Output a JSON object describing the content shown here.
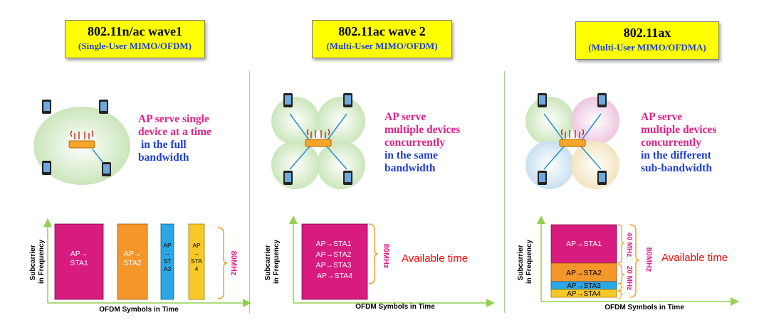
{
  "panels": [
    {
      "title": "802.11n/ac wave1",
      "subtitle": "(Single-User MIMO/OFDM)",
      "desc_lines": [
        "AP serve single",
        "device at a time"
      ],
      "desc_blue_lines": [
        "in the full",
        "bandwidth"
      ],
      "ylabel_lines": [
        "Subcarrier",
        "in Frequency"
      ],
      "xlabel": "OFDM Symbols in Time",
      "bar_labels": [
        [
          "AP→",
          "STA1"
        ],
        [
          "AP→",
          "STA2"
        ],
        [
          "AP",
          "→",
          "ST",
          "A3"
        ],
        [
          "AP",
          "→",
          "STA",
          "4"
        ]
      ],
      "bandwidth_label": "80MHz"
    },
    {
      "title": "802.11ac wave 2",
      "subtitle": "(Multi-User MIMO/OFDM)",
      "desc_lines": [
        "AP serve",
        "multiple devices",
        "concurrently"
      ],
      "desc_blue_lines": [
        "in the same",
        "bandwidth"
      ],
      "ylabel_lines": [
        "Subcarrier",
        "in Frequency"
      ],
      "xlabel": "OFDM Symbols in Time",
      "block_lines": [
        "AP→STA1",
        "AP→STA2",
        "AP→STA3",
        "AP→STA4"
      ],
      "bandwidth_label": "80MHz",
      "available_label": "Available time"
    },
    {
      "title": "802.11ax",
      "subtitle": "(Multi-User MIMO/OFDMA)",
      "desc_lines": [
        "AP serve",
        "multiple devices",
        "concurrently"
      ],
      "desc_blue_lines": [
        "in the different",
        "sub-bandwidth"
      ],
      "ylabel_lines": [
        "Subcarrier",
        "in Frequency"
      ],
      "xlabel": "OFDM Symbols in Time",
      "block_labels": [
        "AP→STA1",
        "AP→STA2",
        "AP→STA3",
        "AP→STA4"
      ],
      "sub_labels": [
        "40 MHz",
        "20 MHz"
      ],
      "bandwidth_label": "80MHz",
      "available_label": "Available time"
    }
  ],
  "colors": {
    "magenta": "#d81b7f",
    "orange": "#f5962a",
    "blue": "#2aa7e6",
    "yellow": "#f7c928",
    "title_bg": "#ffff00",
    "pink_text": "#e0218a",
    "blue_text": "#1f3fd4",
    "axis_green": "#92d050",
    "bracket_orange": "#f0a030",
    "red_text": "#ff0000"
  }
}
